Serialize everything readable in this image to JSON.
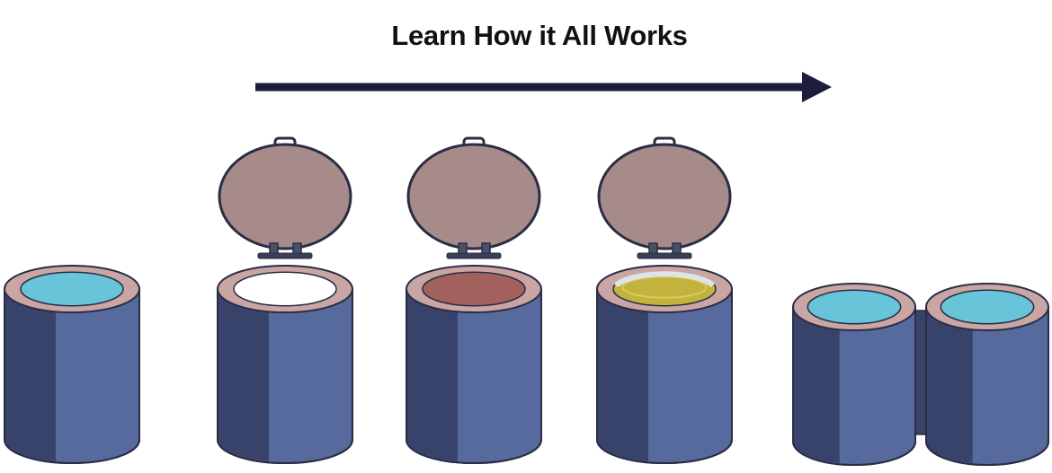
{
  "title": "Learn How it All Works",
  "icons": {
    "arrow": "right-arrow-icon",
    "tank": "cylinder-tank-icon",
    "lid": "hinged-lid-icon"
  },
  "colors": {
    "body_dark": "#38436b",
    "body_light": "#576a9d",
    "rim": "#c9a6a4",
    "lid": "#a78b8a",
    "outline": "#2a2d45",
    "arrow": "#1c1f3b",
    "fill_cyan": "#68c4d8",
    "fill_white": "#ffffff",
    "fill_red": "#a3615e",
    "fill_yellow": "#c3b23e"
  },
  "stages": [
    {
      "name": "stage-1-closed",
      "fill": "fill_cyan",
      "lid": false
    },
    {
      "name": "stage-2-open-white",
      "fill": "fill_white",
      "lid": true
    },
    {
      "name": "stage-3-open-red",
      "fill": "fill_red",
      "lid": true
    },
    {
      "name": "stage-4-open-yellow",
      "fill": "fill_yellow",
      "lid": true
    },
    {
      "name": "stage-5-pair-left",
      "fill": "fill_cyan",
      "lid": false
    },
    {
      "name": "stage-5-pair-right",
      "fill": "fill_cyan",
      "lid": false
    }
  ]
}
